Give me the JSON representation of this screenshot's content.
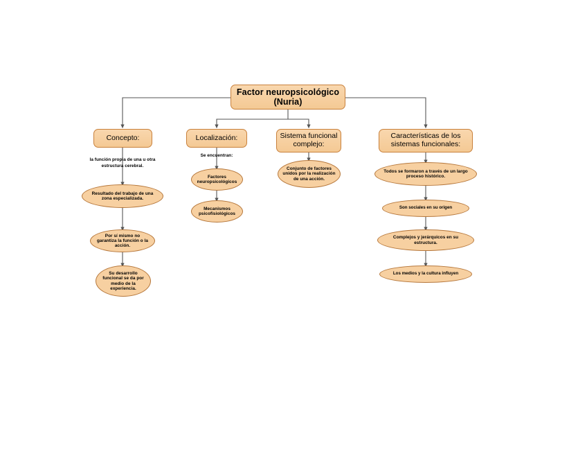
{
  "diagram": {
    "title": "Factor neuropsicológico (Nuria)",
    "colors": {
      "node_fill": "#f7d0a1",
      "box_border": "#c8803b",
      "ellipse_border": "#b5763a",
      "connector": "#555555",
      "text": "#000000",
      "background": "#ffffff"
    },
    "root": {
      "line1": "Factor neuropsicológico",
      "line2": "(Nuria)"
    },
    "branches": [
      {
        "id": "concepto",
        "heading": "Concepto:",
        "caption": "la función propia de una u otra estructura cerebral.",
        "nodes": [
          "Resultado del trabajo de una zona especializada.",
          "Por sí mismo no garantiza la función o la acción.",
          "Su desarrollo funcional se da por medio de la experiencia."
        ]
      },
      {
        "id": "localizacion",
        "heading": "Localización:",
        "caption": "Se encuentran:",
        "nodes": [
          "Factores neuropsicológicos",
          "Mecanismos psicofisiológicos"
        ]
      },
      {
        "id": "sistema-funcional",
        "heading_line1": "Sistema funcional",
        "heading_line2": "complejo:",
        "nodes": [
          "Conjunto de factores unidos por la realización de una acción."
        ]
      },
      {
        "id": "caracteristicas",
        "heading_line1": "Características de los",
        "heading_line2": "sistemas funcionales:",
        "nodes": [
          "Todos se formaron a través de un largo proceso histórico.",
          "Son sociales en su origen",
          "Complejos y jerárquicos en su estructura.",
          "Los medios y la cultura influyen"
        ]
      }
    ]
  }
}
